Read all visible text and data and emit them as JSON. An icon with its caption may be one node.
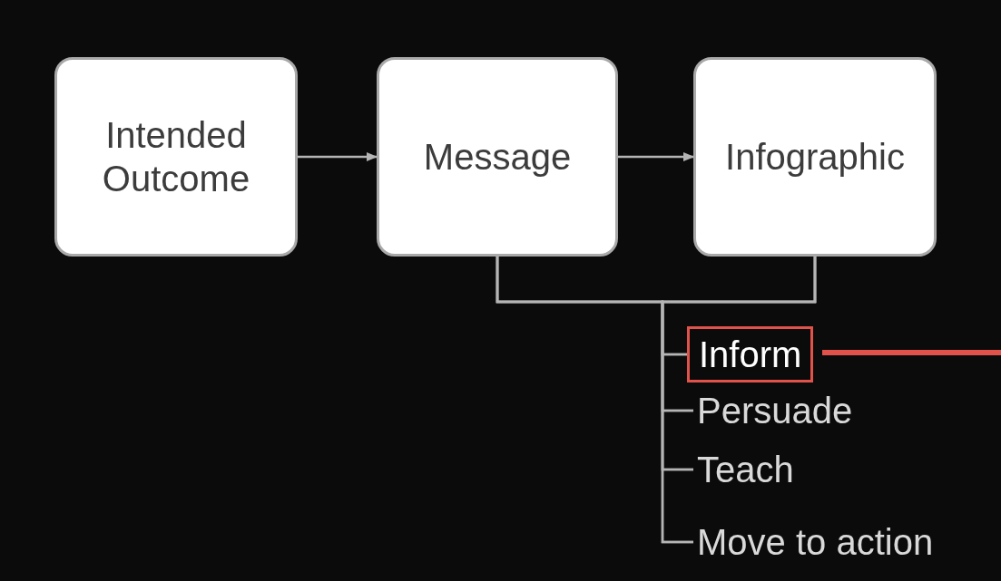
{
  "diagram": {
    "nodes": [
      {
        "text": [
          "Intended Outcome"
        ]
      },
      {
        "text": [
          "Message"
        ]
      },
      {
        "text": [
          "Infographic"
        ]
      },
      {
        "text": [
          "Inform"
        ]
      },
      {
        "text": [
          "Persuade"
        ]
      },
      {
        "text": [
          "Teach"
        ]
      },
      {
        "text": [
          "Move to action"
        ]
      }
    ],
    "edges": [
      {
        "from": 0,
        "to": 1,
        "arrow": "to"
      },
      {
        "from": 1,
        "to": 2,
        "arrow": "to"
      },
      {
        "from": 1,
        "to": 3,
        "arrow": "none"
      },
      {
        "from": 1,
        "to": 4,
        "arrow": "none"
      },
      {
        "from": 1,
        "to": 5,
        "arrow": "none"
      },
      {
        "from": 1,
        "to": 6,
        "arrow": "none"
      },
      {
        "from": 2,
        "to": 3,
        "arrow": "none"
      },
      {
        "from": 2,
        "to": 4,
        "arrow": "none"
      },
      {
        "from": 2,
        "to": 5,
        "arrow": "none"
      },
      {
        "from": 2,
        "to": 6,
        "arrow": "none"
      },
      {
        "from": null,
        "to": 3,
        "arrow": "none",
        "style": "thick",
        "color": "#e0524a"
      }
    ]
  }
}
